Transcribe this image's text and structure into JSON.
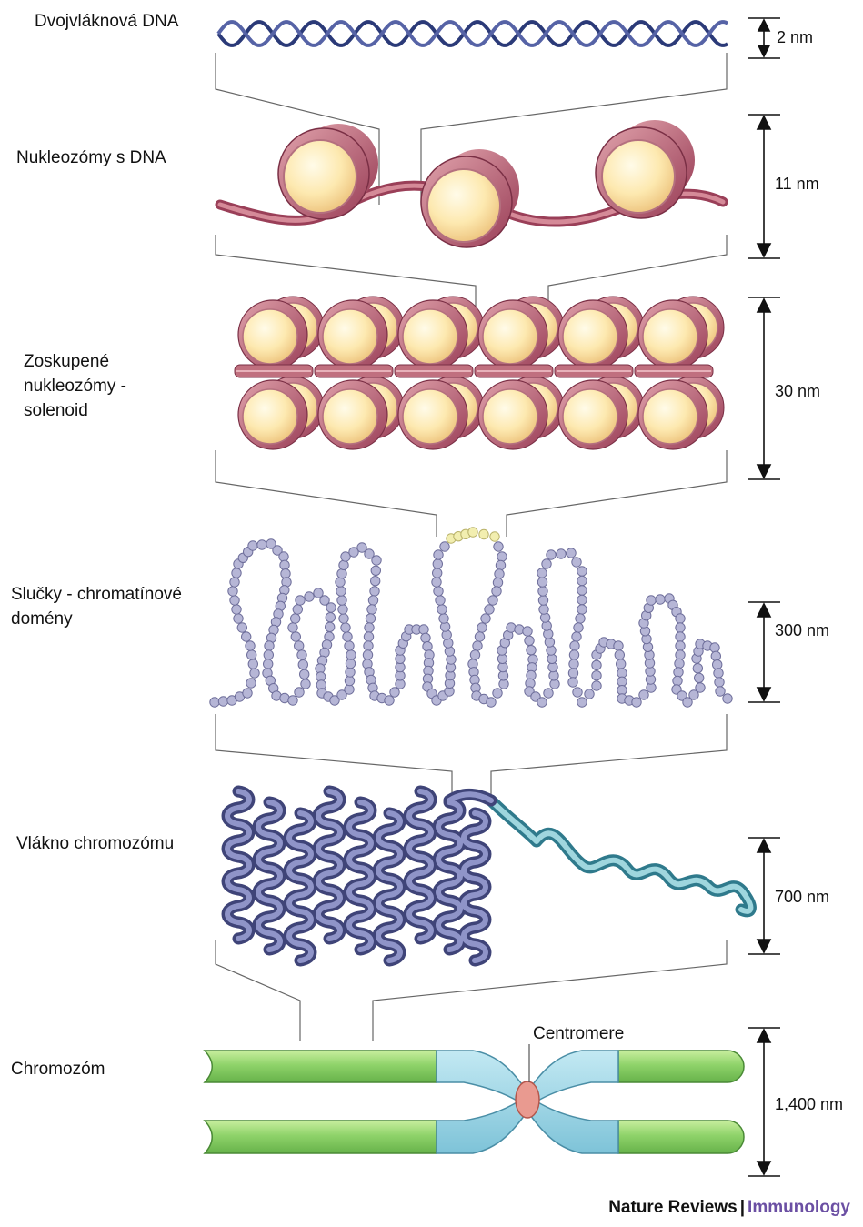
{
  "levels": [
    {
      "label": "Dvojvláknová DNA",
      "scale": "2 nm"
    },
    {
      "label": "Nukleozómy s DNA",
      "scale": "11 nm"
    },
    {
      "label": "Zoskupené\nnukleozómy -\nsolenoid",
      "scale": "30 nm"
    },
    {
      "label": "Slučky - chromatínové\ndomény",
      "scale": "300 nm"
    },
    {
      "label": "Vlákno chromozómu",
      "scale": "700 nm"
    },
    {
      "label": "Chromozóm",
      "scale": "1,400 nm"
    }
  ],
  "centromere_label": "Centromere",
  "credit": {
    "publisher": "Nature Reviews",
    "separator": "|",
    "journal": "Immunology"
  },
  "colors": {
    "dna": "#2b3a78",
    "nucleosome_core": "#fdeab2",
    "nucleosome_wrap": "#b25a6e",
    "loop_beads": "#b6b6d6",
    "loop_highlight": "#f2eeb0",
    "fiber": "#6b6fa8",
    "fiber_teal": "#4aa3b0",
    "chromosome_arm": "#8fd36a",
    "chromosome_center": "#8fcde0",
    "centromere": "#e99a90",
    "credit_journal": "#6b4fa3"
  }
}
